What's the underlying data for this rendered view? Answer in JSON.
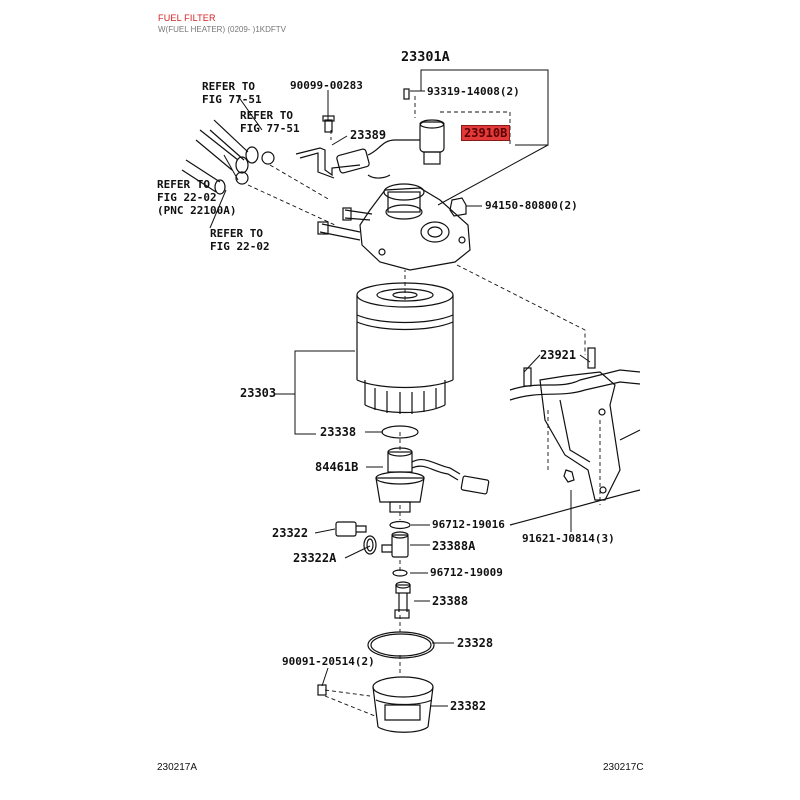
{
  "header": {
    "title": "FUEL FILTER",
    "subtitle": "W(FUEL HEATER) (0209- )1KDFTV"
  },
  "refs": {
    "ref1": "REFER TO\nFIG 77-51",
    "ref2": "REFER TO\nFIG 77-51",
    "ref3": "REFER TO\nFIG 22-02\n(PNC 22100A)",
    "ref4": "REFER TO\nFIG 22-02"
  },
  "parts": {
    "p23301A": "23301A",
    "p90099": "90099-00283",
    "p93319": "93319-14008(2)",
    "p23389": "23389",
    "p23910B": "23910B",
    "p94150": "94150-80800(2)",
    "p23921": "23921",
    "p23303": "23303",
    "p23338": "23338",
    "p84461B": "84461B",
    "p96712a": "96712-19016",
    "p23322": "23322",
    "p23388A": "23388A",
    "p23322A": "23322A",
    "p96712b": "96712-19009",
    "p91621": "91621-J0814(3)",
    "p23388": "23388",
    "p23328": "23328",
    "p90091": "90091-20514(2)",
    "p23382": "23382"
  },
  "footer": {
    "left": "230217A",
    "right": "230217C"
  },
  "colors": {
    "highlight": "#e23a3a",
    "header_title": "#d42020"
  }
}
